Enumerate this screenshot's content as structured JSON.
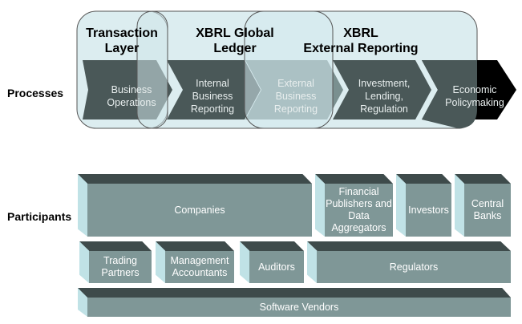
{
  "row_labels": {
    "processes": "Processes",
    "participants": "Participants"
  },
  "groups": [
    {
      "id": "transaction-layer",
      "lines": [
        "Transaction",
        "Layer"
      ]
    },
    {
      "id": "xbrl-global-ledger",
      "lines": [
        "XBRL Global",
        "Ledger"
      ]
    },
    {
      "id": "xbrl-external-reporting",
      "lines": [
        "XBRL",
        "External Reporting"
      ]
    }
  ],
  "processes": [
    {
      "id": "business-operations",
      "lines": [
        "Business",
        "Operations"
      ]
    },
    {
      "id": "internal-business-reporting",
      "lines": [
        "Internal",
        "Business",
        "Reporting"
      ]
    },
    {
      "id": "external-business-reporting",
      "lines": [
        "External",
        "Business",
        "Reporting"
      ]
    },
    {
      "id": "investment-lending-regulation",
      "lines": [
        "Investment,",
        "Lending,",
        "Regulation"
      ]
    },
    {
      "id": "economic-policymaking",
      "lines": [
        "Economic",
        "Policymaking"
      ]
    }
  ],
  "participants": {
    "row1": [
      {
        "id": "companies",
        "label": "Companies"
      },
      {
        "id": "financial-publishers",
        "label": "Financial Publishers and Data Aggregators"
      },
      {
        "id": "investors",
        "label": "Investors"
      },
      {
        "id": "central-banks",
        "label": "Central Banks"
      }
    ],
    "row2": [
      {
        "id": "trading-partners",
        "label": "Trading Partners"
      },
      {
        "id": "management-accountants",
        "label": "Management Accountants"
      },
      {
        "id": "auditors",
        "label": "Auditors"
      },
      {
        "id": "regulators",
        "label": "Regulators"
      }
    ],
    "row3": [
      {
        "id": "software-vendors",
        "label": "Software Vendors"
      }
    ]
  },
  "colors": {
    "arrow_dark": "#4a5858",
    "arrow_final": "#000000",
    "group_fill": "#dcedf0",
    "box_face": "#7f9797",
    "box_top": "#3e4b4b",
    "box_side": "#c0e2e6"
  }
}
